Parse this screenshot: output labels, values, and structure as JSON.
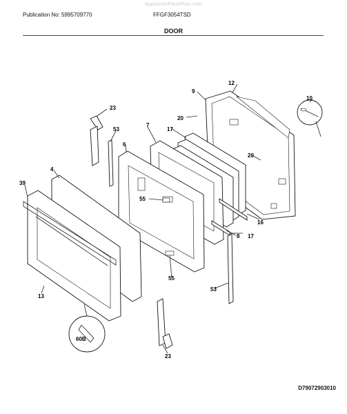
{
  "header": {
    "publication": "Publication No: 5995709770",
    "model": "FFGF3054TSD",
    "watermark": "AppliancePartsPros.com",
    "section_title": "DOOR"
  },
  "footer": {
    "diagram_code": "D79072903010"
  },
  "parts": [
    {
      "id": "12"
    },
    {
      "id": "9"
    },
    {
      "id": "10"
    },
    {
      "id": "20"
    },
    {
      "id": "20"
    },
    {
      "id": "23"
    },
    {
      "id": "23"
    },
    {
      "id": "7"
    },
    {
      "id": "17"
    },
    {
      "id": "17"
    },
    {
      "id": "53"
    },
    {
      "id": "53"
    },
    {
      "id": "6"
    },
    {
      "id": "4"
    },
    {
      "id": "39"
    },
    {
      "id": "55"
    },
    {
      "id": "55"
    },
    {
      "id": "16"
    },
    {
      "id": "8"
    },
    {
      "id": "13"
    },
    {
      "id": "60B"
    }
  ]
}
